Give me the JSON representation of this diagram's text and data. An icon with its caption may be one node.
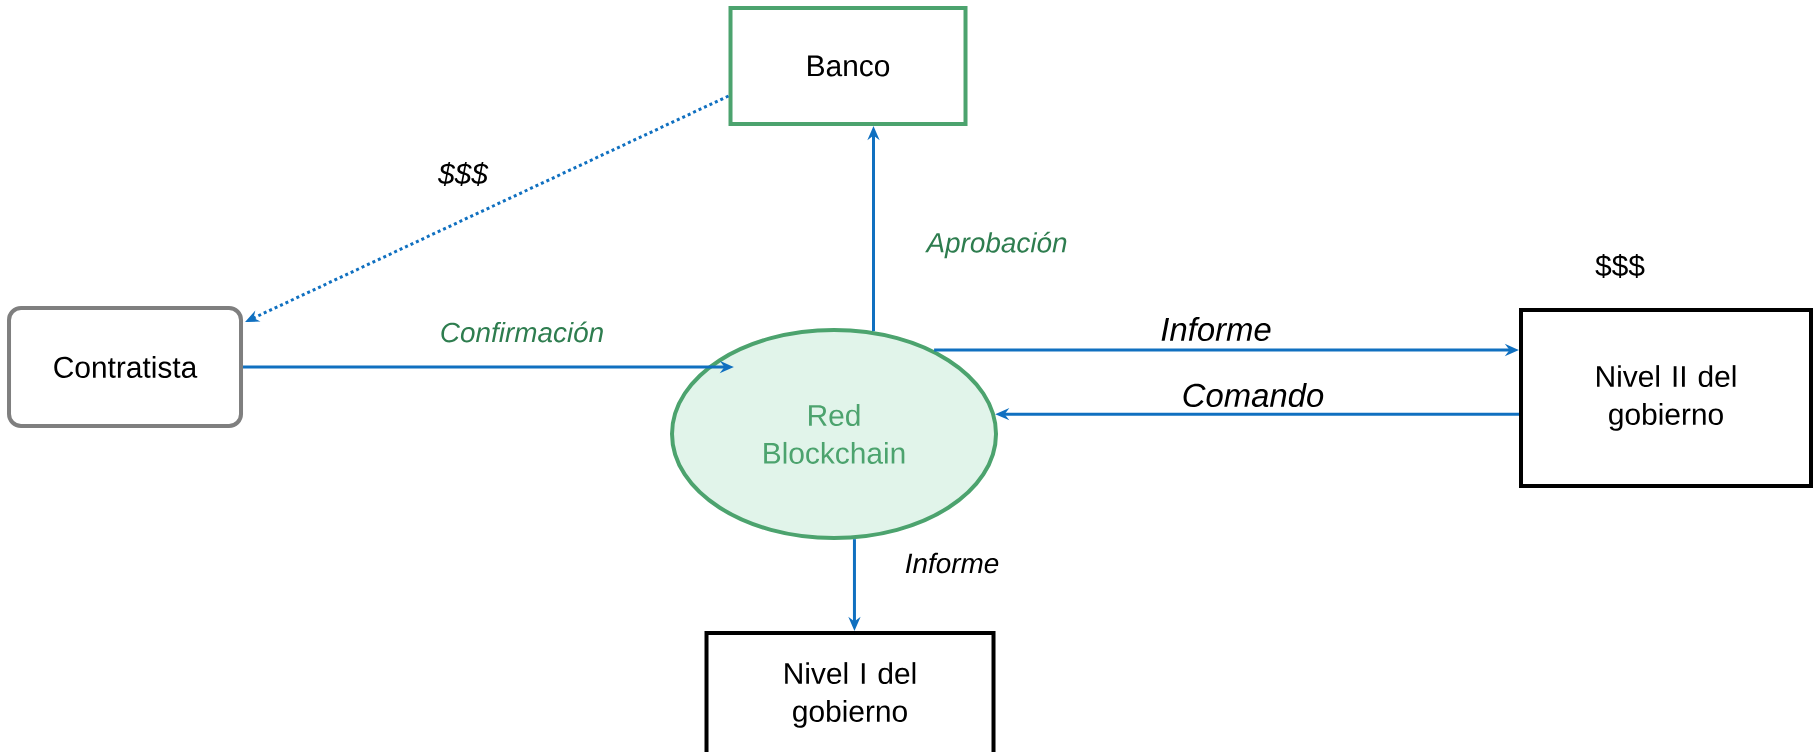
{
  "diagram": {
    "nodes": [
      {
        "text": [
          "Banco"
        ]
      },
      {
        "text": [
          "Contratista"
        ]
      },
      {
        "text": [
          "Red Blockchain"
        ]
      },
      {
        "text": [
          "Nivel II del gobierno"
        ],
        "beside": [
          "$$$"
        ]
      },
      {
        "text": [
          "Nivel I del gobierno"
        ]
      }
    ],
    "edges": [
      {
        "from": 0,
        "to": 1,
        "arrow": "to",
        "label": "$$$",
        "style": "dashed"
      },
      {
        "from": 1,
        "to": 2,
        "arrow": "to",
        "label": "Confirmación"
      },
      {
        "from": 2,
        "to": 0,
        "arrow": "to",
        "label": "Aprobación"
      },
      {
        "from": 2,
        "to": 3,
        "arrow": "to",
        "label": "Informe"
      },
      {
        "from": 3,
        "to": 2,
        "arrow": "to",
        "label": "Comando"
      },
      {
        "from": 2,
        "to": 4,
        "arrow": "to",
        "label": "Informe"
      }
    ]
  }
}
